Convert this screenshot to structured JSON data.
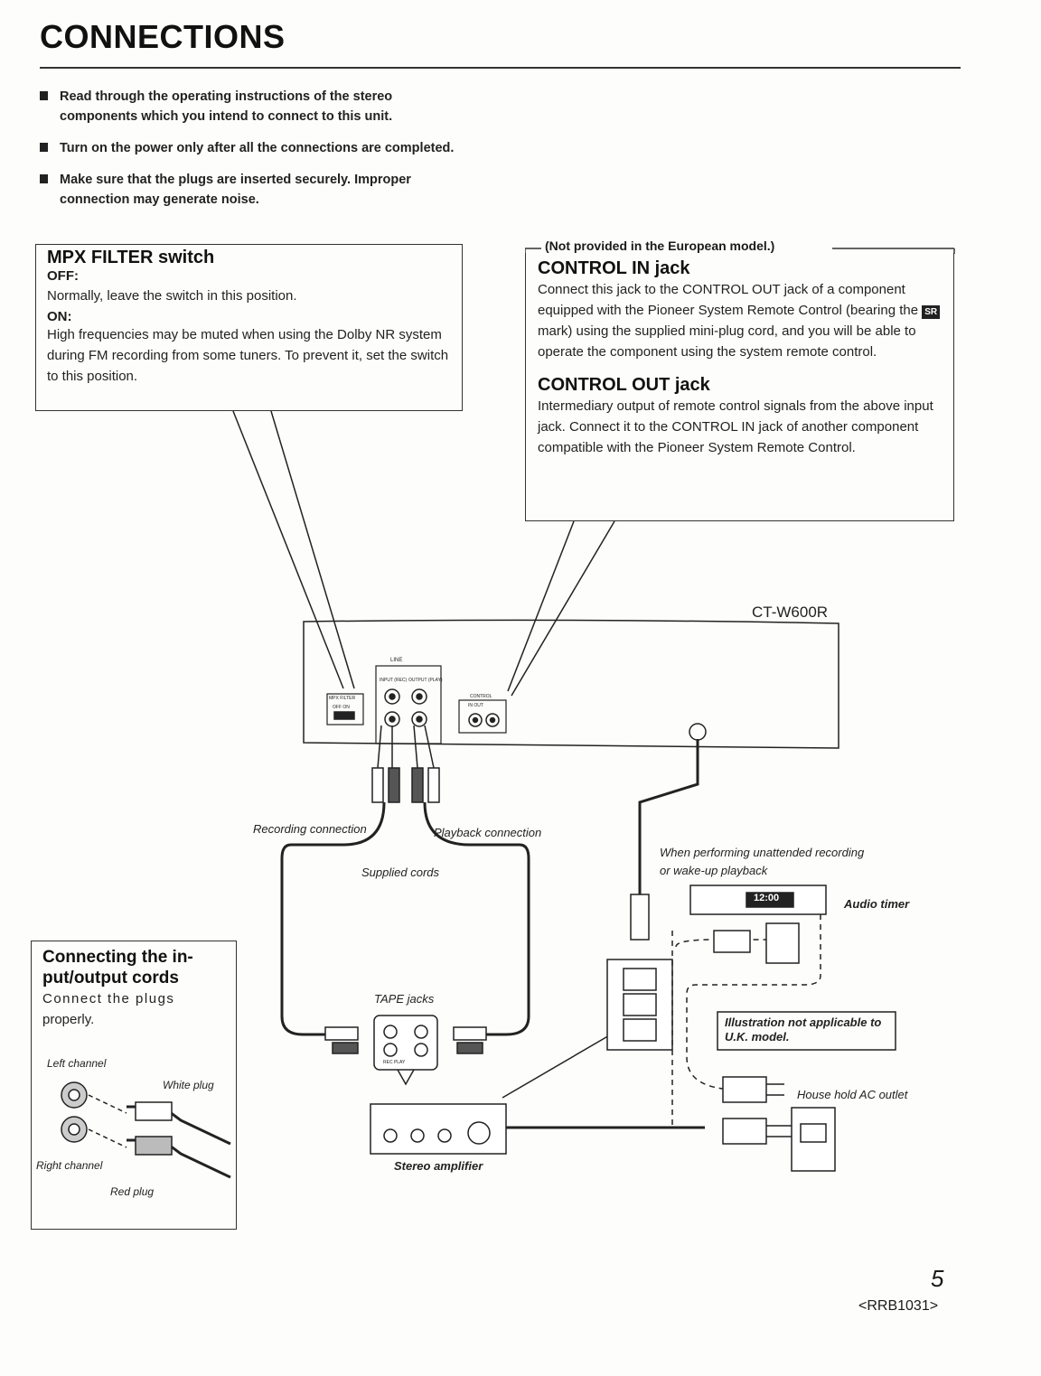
{
  "page_title": "CONNECTIONS",
  "bullets": [
    "Read through the operating instructions of the stereo components which you intend to connect to this unit.",
    "Turn on the power only after all the connections are completed.",
    "Make sure that the plugs are inserted securely. Improper connection may generate noise."
  ],
  "mpx": {
    "heading": "MPX FILTER switch",
    "off_label": "OFF:",
    "off_text": "Normally, leave the switch in this position.",
    "on_label": "ON:",
    "on_text": "High frequencies may be muted when using the Dolby NR system during FM recording from some tuners. To prevent it, set the switch to this position."
  },
  "control": {
    "note": "(Not provided in the European model.)",
    "in_heading": "CONTROL IN jack",
    "in_text_1": "Connect this jack to the CONTROL OUT jack of a component equipped with the Pioneer System Remote Control (bearing the",
    "sr_mark": "SR",
    "in_text_2": "mark) using the supplied mini-plug cord, and you will be able to operate the component using the system remote control.",
    "out_heading": "CONTROL OUT jack",
    "out_text": "Intermediary output of remote control signals from the above input jack. Connect it to the CONTROL IN jack of another component compatible with the Pioneer System Remote Control."
  },
  "connecting": {
    "heading_1": "Connecting the in-",
    "heading_2": "put/output cords",
    "text_1": "Connect the plugs",
    "text_2": "properly.",
    "left_channel": "Left channel",
    "white_plug": "White plug",
    "right_channel": "Right channel",
    "red_plug": "Red plug"
  },
  "diagram": {
    "model": "CT-W600R",
    "line": "LINE",
    "input_rec": "INPUT (REC)",
    "output_play": "OUTPUT (PLAY)",
    "mpx_filter": "MPX FILTER",
    "off_on": "OFF  ON",
    "control_label": "CONTROL",
    "in_out": "IN    OUT",
    "recording_connection": "Recording connection",
    "playback_connection": "Playback connection",
    "supplied_cords": "Supplied cords",
    "tape_jacks": "TAPE jacks",
    "rec_play": "REC    PLAY",
    "stereo_amplifier": "Stereo amplifier",
    "timer_note_1": "When performing unattended recording",
    "timer_note_2": "or wake-up playback",
    "audio_timer": "Audio timer",
    "timer_display": "12:00",
    "uk_note_1": "Illustration not applicable to",
    "uk_note_2": "U.K. model.",
    "house_outlet": "House hold AC outlet"
  },
  "footer": {
    "page_number": "5",
    "code": "<RRB1031>"
  }
}
